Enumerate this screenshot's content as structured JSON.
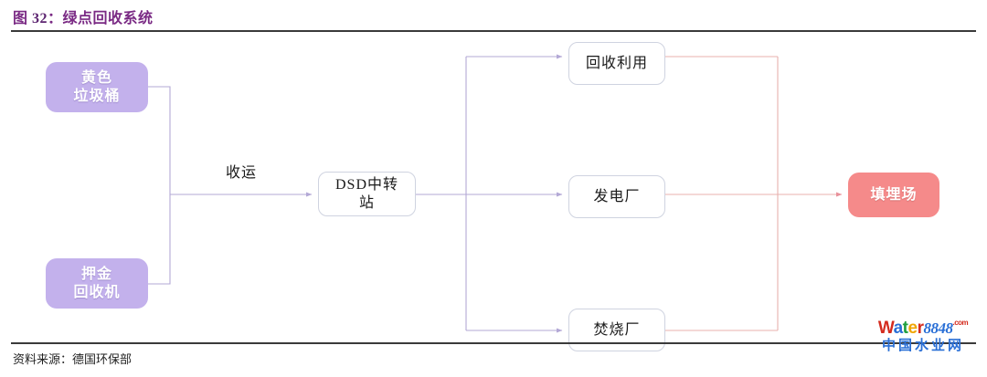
{
  "figure": {
    "title_prefix": "图",
    "title_number": "32",
    "title_separator": "：",
    "title_text": "绿点回收系统",
    "title_full": "图 32：绿点回收系统",
    "source_label": "资料来源：德国环保部"
  },
  "colors": {
    "title": "#7a2a84",
    "node_purple": "#c3b1ec",
    "node_pink": "#f58a8a",
    "node_white_border": "#cfd3e0",
    "edge_purple": "#b3a8d6",
    "edge_pink": "#e8b0ad",
    "rule": "#3a3a3a"
  },
  "diagram": {
    "type": "flowchart",
    "nodes": [
      {
        "id": "yellow-bin",
        "label": "黄色\n垃圾桶",
        "line1": "黄色",
        "line2": "垃圾桶",
        "style": "purple"
      },
      {
        "id": "deposit-rvm",
        "label": "押金\n回收机",
        "line1": "押金",
        "line2": "回收机",
        "style": "purple"
      },
      {
        "id": "dsd",
        "label": "DSD中转\n站",
        "line1": "DSD中转",
        "line2": "站",
        "style": "white"
      },
      {
        "id": "recycle",
        "label": "回收利用",
        "line1": "回收利用",
        "line2": "",
        "style": "white"
      },
      {
        "id": "power",
        "label": "发电厂",
        "line1": "发电厂",
        "line2": "",
        "style": "white"
      },
      {
        "id": "incinerate",
        "label": "焚烧厂",
        "line1": "焚烧厂",
        "line2": "",
        "style": "white"
      },
      {
        "id": "landfill",
        "label": "填埋场",
        "line1": "填埋场",
        "line2": "",
        "style": "pink"
      }
    ],
    "edges": [
      {
        "from": "yellow-bin",
        "to": "dsd",
        "label": "收运"
      },
      {
        "from": "deposit-rvm",
        "to": "dsd",
        "label": "收运"
      },
      {
        "from": "dsd",
        "to": "recycle",
        "label": ""
      },
      {
        "from": "dsd",
        "to": "power",
        "label": ""
      },
      {
        "from": "dsd",
        "to": "incinerate",
        "label": ""
      },
      {
        "from": "recycle",
        "to": "landfill",
        "label": ""
      },
      {
        "from": "power",
        "to": "landfill",
        "label": ""
      },
      {
        "from": "incinerate",
        "to": "landfill",
        "label": ""
      }
    ],
    "edge_labels": {
      "collect": "收运"
    }
  },
  "watermark": {
    "word": "Water",
    "letters": [
      "W",
      "a",
      "t",
      "e",
      "r"
    ],
    "number": "8848",
    "dotcom": ".com",
    "chinese": "中国水业网"
  }
}
